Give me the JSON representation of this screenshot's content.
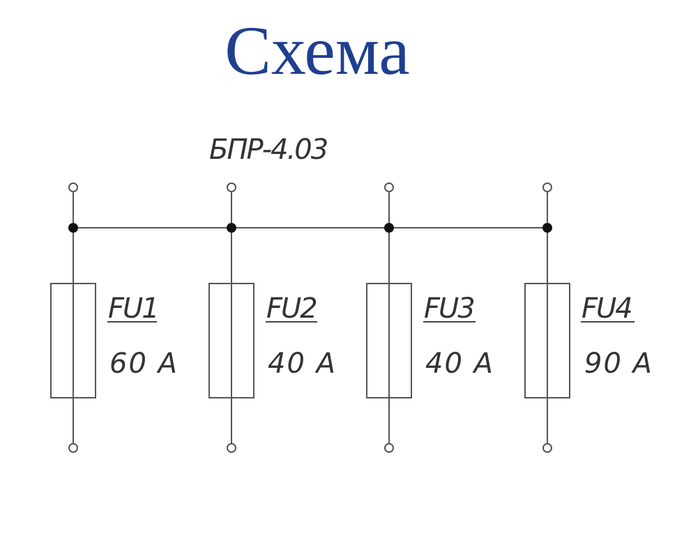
{
  "title": "Схема",
  "device_label": "БПР-4.03",
  "fuses": [
    {
      "name": "FU1",
      "rating": "60 A"
    },
    {
      "name": "FU2",
      "rating": "40 A"
    },
    {
      "name": "FU3",
      "rating": "40 A"
    },
    {
      "name": "FU4",
      "rating": "90 A"
    }
  ],
  "colors": {
    "title": "#1f3f8f",
    "lines": "#555555"
  }
}
